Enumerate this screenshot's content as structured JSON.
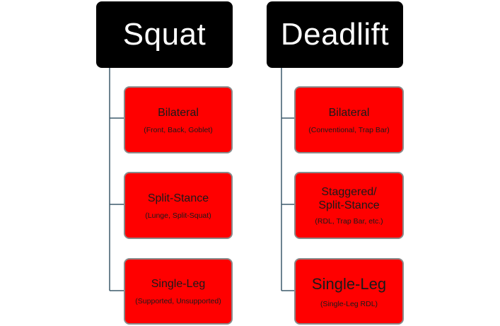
{
  "columns": [
    {
      "header": "Squat",
      "items": [
        {
          "title": "Bilateral",
          "sub": "(Front, Back, Goblet)"
        },
        {
          "title": "Split-Stance",
          "sub": "(Lunge, Split-Squat)"
        },
        {
          "title": "Single-Leg",
          "sub": "(Supported, Unsupported)"
        }
      ]
    },
    {
      "header": "Deadlift",
      "items": [
        {
          "title": "Bilateral",
          "sub": "(Conventional, Trap Bar)"
        },
        {
          "title": "Staggered/\nSplit-Stance",
          "sub": "(RDL, Trap Bar, etc.)"
        },
        {
          "title": "Single-Leg",
          "sub": "(Single-Leg RDL)"
        }
      ]
    }
  ],
  "colors": {
    "header_bg": "#000000",
    "box_fill": "#ff0000",
    "box_border": "#8a8a8a",
    "connector": "#3d5a6c"
  }
}
